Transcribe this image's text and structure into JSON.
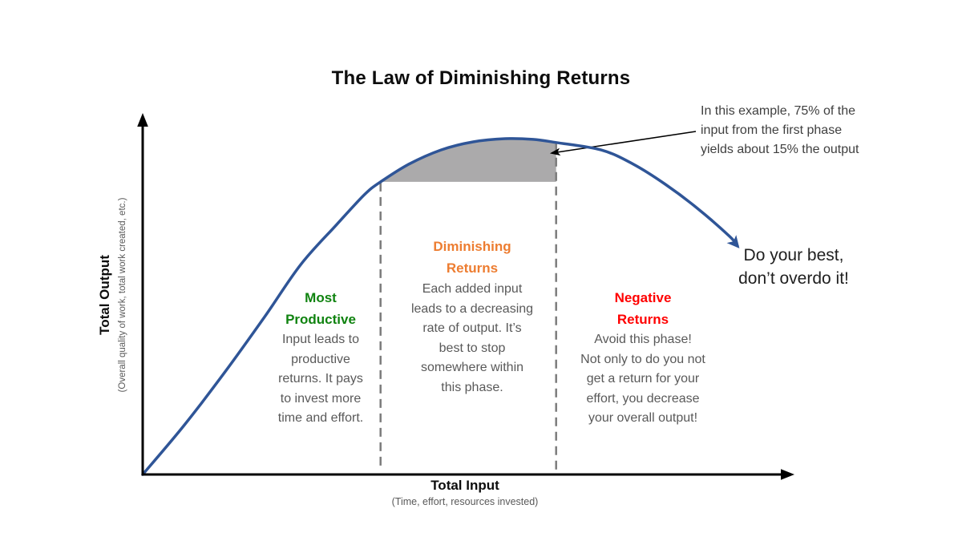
{
  "title": "The Law of Diminishing Returns",
  "colors": {
    "curve": "#2F5597",
    "shaded_region": "#ABAAAB",
    "divider": "#7C7C7C",
    "axis": "#000000",
    "green": "#108310",
    "orange": "#ED7D31",
    "red": "#FF0000",
    "body_text": "#595959",
    "annotation_text": "#3F3F3F"
  },
  "y_axis": {
    "label": "Total Output",
    "sublabel": "(Overall quality of work, total work created, etc.)"
  },
  "x_axis": {
    "label": "Total Input",
    "sublabel": "(Time, effort, resources invested)"
  },
  "phases": [
    {
      "name": "Most\nProductive",
      "color": "#108310",
      "description": "Input leads to\nproductive\nreturns. It pays\nto invest more\ntime and effort."
    },
    {
      "name": "Diminishing\nReturns",
      "color": "#ED7D31",
      "description": "Each added input\nleads to a decreasing\nrate of output. It’s\nbest to stop\nsomewhere within\nthis phase."
    },
    {
      "name": "Negative\nReturns",
      "color": "#FF0000",
      "description": "Avoid this phase!\nNot only to do you not\nget a return for your\neffort, you decrease\nyour overall output!"
    }
  ],
  "annotation": "In this example, 75% of the\ninput from the first phase\nyields about 15% the output",
  "closing_note": "Do your best,\ndon’t overdo it!",
  "chart_data": {
    "type": "line",
    "title": "The Law of Diminishing Returns",
    "xlabel": "Total Input (Time, effort, resources invested)",
    "ylabel": "Total Output (Overall quality of work, total work created, etc.)",
    "axes_numeric": false,
    "x_range": [
      0,
      1
    ],
    "y_range": [
      0,
      1
    ],
    "grid": false,
    "legend": false,
    "curve_points": [
      [
        0.0,
        0.0
      ],
      [
        0.065,
        0.14
      ],
      [
        0.127,
        0.287
      ],
      [
        0.19,
        0.446
      ],
      [
        0.246,
        0.593
      ],
      [
        0.302,
        0.706
      ],
      [
        0.345,
        0.79
      ],
      [
        0.37,
        0.826
      ],
      [
        0.414,
        0.876
      ],
      [
        0.464,
        0.916
      ],
      [
        0.514,
        0.939
      ],
      [
        0.564,
        0.948
      ],
      [
        0.607,
        0.946
      ],
      [
        0.643,
        0.937
      ],
      [
        0.713,
        0.916
      ],
      [
        0.763,
        0.876
      ],
      [
        0.813,
        0.819
      ],
      [
        0.863,
        0.751
      ],
      [
        0.913,
        0.672
      ],
      [
        0.925,
        0.645
      ]
    ],
    "phase_boundaries_x": [
      0.37,
      0.643
    ],
    "phase_labels": [
      "Most Productive",
      "Diminishing Returns",
      "Negative Returns"
    ],
    "shaded_region": {
      "x_start": 0.37,
      "x_end": 0.643,
      "bottom_y": 0.826,
      "label": "75% of the input from the first phase yields about 15% the output"
    }
  }
}
